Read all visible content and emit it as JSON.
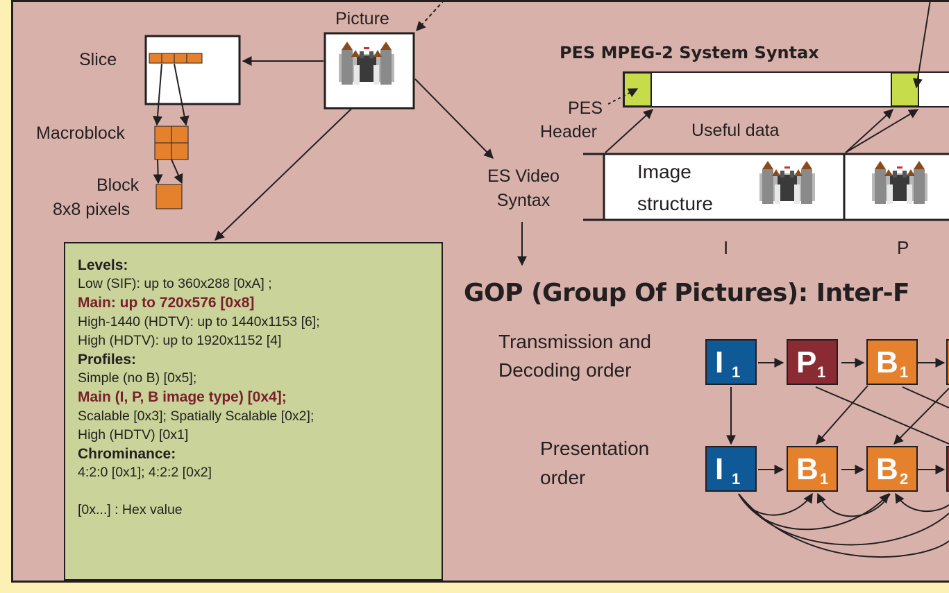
{
  "labels": {
    "picture": "Picture",
    "slice": "Slice",
    "macroblock": "Macroblock",
    "block": "Block",
    "block_size": "8x8 pixels",
    "es_video": "ES Video",
    "syntax": "Syntax",
    "pes_title": "PES MPEG-2 System Syntax",
    "pes": "PES",
    "header": "Header",
    "useful_data": "Useful data",
    "image": "Image",
    "structure": "structure",
    "frame_i": "I",
    "frame_p": "P",
    "gop_title": "GOP (Group Of Pictures): Inter-F",
    "transmission": "Transmission and",
    "decoding_order": "Decoding order",
    "presentation": "Presentation",
    "order": "order"
  },
  "levels_box": {
    "levels_header": "Levels:",
    "level_low": "Low (SIF): up to 360x288 [0xA] ;",
    "level_main": "Main: up to 720x576 [0x8]",
    "level_high1440": "High-1440 (HDTV): up to 1440x1153 [6];",
    "level_high": "High (HDTV): up to 1920x1152 [4]",
    "profiles_header": "Profiles:",
    "profile_simple": "Simple (no B) [0x5];",
    "profile_main": "Main (I, P, B image type) [0x4];",
    "profile_scalable": "Scalable [0x3]; Spatially Scalable [0x2];",
    "profile_high": "High (HDTV) [0x1]",
    "chroma_header": "Chrominance:",
    "chroma_values": "4:2:0 [0x1]; 4:2:2 [0x2]",
    "hex_note": "[0x...] : Hex value"
  },
  "gop": {
    "transmission_row": [
      {
        "letter": "I",
        "sub": "1",
        "type": "I"
      },
      {
        "letter": "P",
        "sub": "1",
        "type": "P"
      },
      {
        "letter": "B",
        "sub": "1",
        "type": "B"
      }
    ],
    "presentation_row": [
      {
        "letter": "I",
        "sub": "1",
        "type": "I"
      },
      {
        "letter": "B",
        "sub": "1",
        "type": "B"
      },
      {
        "letter": "B",
        "sub": "2",
        "type": "B"
      }
    ]
  },
  "colors": {
    "background": "#d8b2aa",
    "outer": "#fdf0b4",
    "i_frame": "#0f5a96",
    "p_frame": "#8a2a32",
    "b_frame": "#e5812d",
    "levels_panel": "#c9d39a",
    "pes_header": "#c6dc4a",
    "highlight_text": "#7a1f2b"
  },
  "icons": {
    "castle": "castle-icon"
  }
}
